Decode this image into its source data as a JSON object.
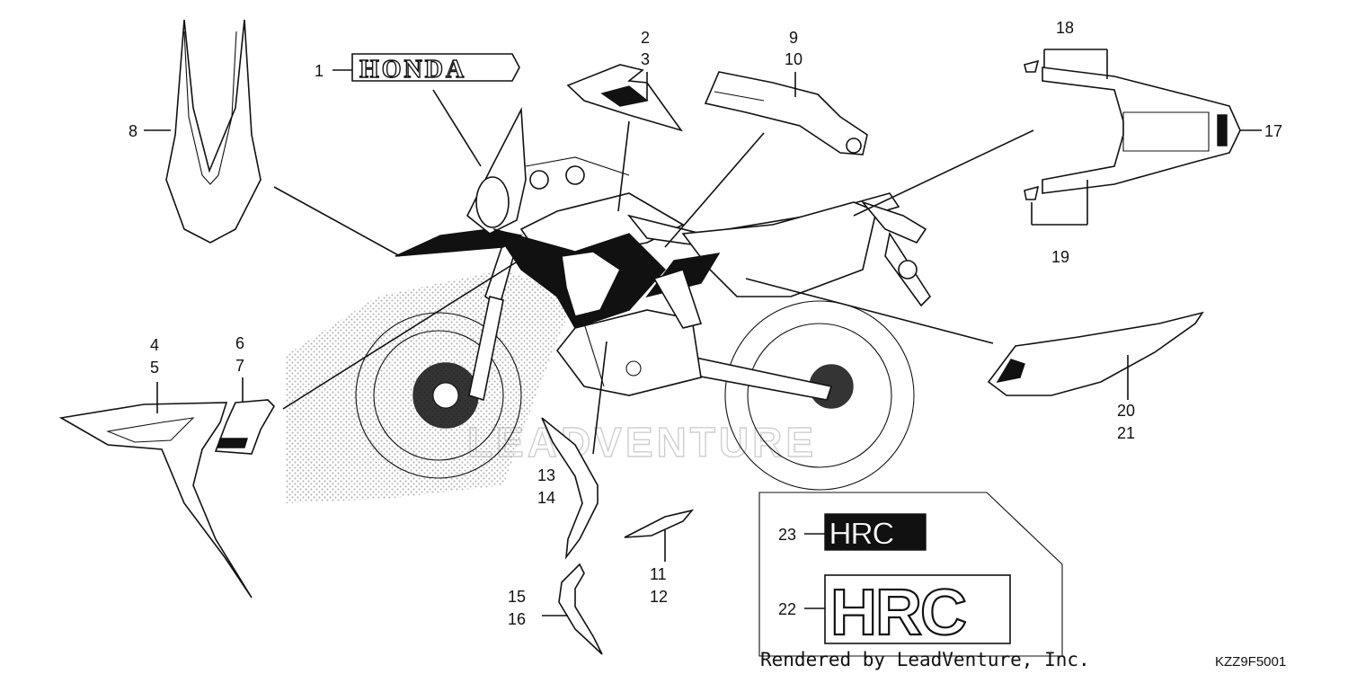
{
  "diagram": {
    "watermark": "LEADVENTURE",
    "footer_credit": "Rendered by LeadVenture, Inc.",
    "diagram_code": "KZZ9F5001",
    "logos": {
      "honda": "HONDA",
      "hrc_small": "HRC",
      "hrc_large": "HRC"
    },
    "callouts": [
      {
        "id": "c1",
        "label": "1"
      },
      {
        "id": "c2",
        "label": "2"
      },
      {
        "id": "c3",
        "label": "3"
      },
      {
        "id": "c4",
        "label": "4"
      },
      {
        "id": "c5",
        "label": "5"
      },
      {
        "id": "c6",
        "label": "6"
      },
      {
        "id": "c7",
        "label": "7"
      },
      {
        "id": "c8",
        "label": "8"
      },
      {
        "id": "c9",
        "label": "9"
      },
      {
        "id": "c10",
        "label": "10"
      },
      {
        "id": "c11",
        "label": "11"
      },
      {
        "id": "c12",
        "label": "12"
      },
      {
        "id": "c13",
        "label": "13"
      },
      {
        "id": "c14",
        "label": "14"
      },
      {
        "id": "c15",
        "label": "15"
      },
      {
        "id": "c16",
        "label": "16"
      },
      {
        "id": "c17",
        "label": "17"
      },
      {
        "id": "c18",
        "label": "18"
      },
      {
        "id": "c19",
        "label": "19"
      },
      {
        "id": "c20",
        "label": "20"
      },
      {
        "id": "c21",
        "label": "21"
      },
      {
        "id": "c22",
        "label": "22"
      },
      {
        "id": "c23",
        "label": "23"
      }
    ]
  }
}
